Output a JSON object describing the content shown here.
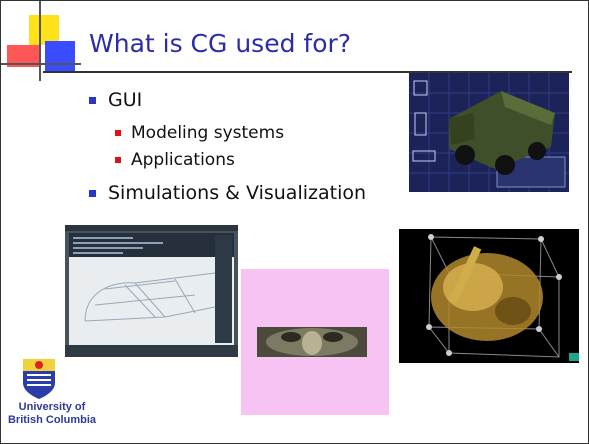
{
  "slide": {
    "title": "What is CG used for?",
    "bullets": [
      {
        "label": "GUI",
        "sub": [
          "Modeling systems",
          "Applications"
        ]
      },
      {
        "label": "Simulations & Visualization",
        "sub": []
      }
    ],
    "logo": {
      "line1": "University of",
      "line2": "British Columbia"
    }
  },
  "colors": {
    "title": "#2c2ca8",
    "bullet_level1": "#2a35c8",
    "bullet_level2": "#e21111",
    "deco_yellow": "#ffe21a",
    "deco_red": "#ff3a3a",
    "deco_blue": "#3a4cff"
  },
  "images": [
    {
      "name": "military-truck-model-image"
    },
    {
      "name": "cad-modeling-screenshot-image"
    },
    {
      "name": "3d-face-scan-image"
    },
    {
      "name": "skull-volume-visualization-image"
    }
  ]
}
